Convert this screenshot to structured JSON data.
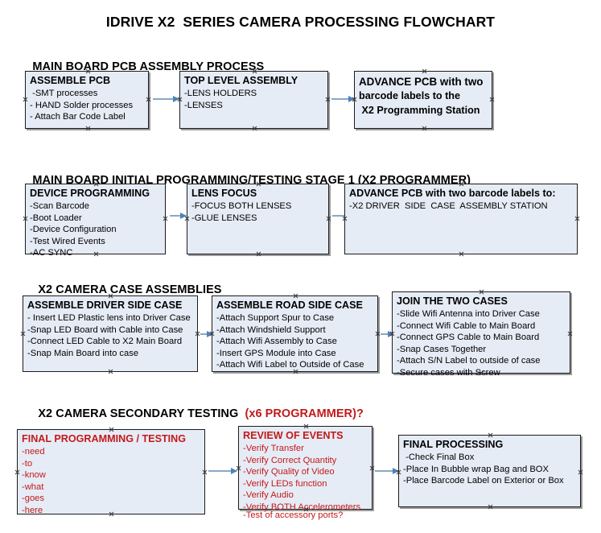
{
  "document": {
    "title": "IDRIVE X2  SERIES CAMERA PROCESSING FLOWCHART"
  },
  "sections": [
    {
      "id": "main-board-pcb-assembly",
      "heading": "MAIN BOARD PCB ASSEMBLY PROCESS",
      "heading_red": "",
      "nodes": [
        {
          "id": "assemble-pcb",
          "title": "ASSEMBLE PCB",
          "lines": [
            " -SMT processes",
            "- HAND Solder processes",
            "- Attach Bar Code Label"
          ]
        },
        {
          "id": "top-level-assembly",
          "title": "TOP LEVEL ASSEMBLY",
          "lines": [
            "-LENS HOLDERS",
            "-LENSES"
          ]
        },
        {
          "id": "advance-pcb-x2-programming-station",
          "title": "ADVANCE PCB with two",
          "lines": [
            "barcode labels to the",
            " X2 Programming Station"
          ]
        }
      ]
    },
    {
      "id": "main-board-initial-programming",
      "heading": "MAIN BOARD INITIAL PROGRAMMING/TESTING STAGE 1 (X2 PROGRAMMER)",
      "heading_red": "",
      "nodes": [
        {
          "id": "device-programming",
          "title": "DEVICE PROGRAMMING",
          "lines": [
            "-Scan Barcode",
            "-Boot Loader",
            "-Device Configuration",
            "-Test Wired Events",
            "-AC SYNC"
          ]
        },
        {
          "id": "lens-focus",
          "title": "LENS FOCUS",
          "lines": [
            "-FOCUS BOTH LENSES",
            "-GLUE LENSES"
          ]
        },
        {
          "id": "advance-pcb-driver-side-case",
          "title": "ADVANCE PCB with two barcode labels to:",
          "lines": [
            "-X2 DRIVER  SIDE  CASE  ASSEMBLY STATION"
          ]
        }
      ]
    },
    {
      "id": "x2-camera-case-assemblies",
      "heading": "X2 CAMERA CASE ASSEMBLIES",
      "heading_red": "",
      "nodes": [
        {
          "id": "assemble-driver-side-case",
          "title": "ASSEMBLE DRIVER SIDE CASE",
          "lines": [
            "- Insert LED Plastic lens into Driver Case",
            "-Snap LED Board with Cable into Case",
            "-Connect LED Cable to X2 Main Board",
            "-Snap Main Board into case"
          ]
        },
        {
          "id": "assemble-road-side-case",
          "title": "ASSEMBLE ROAD SIDE CASE",
          "lines": [
            "-Attach Support Spur to Case",
            "-Attach Windshield Support",
            "-Attach Wifi Assembly to Case",
            "-Insert GPS Module into Case",
            "-Attach Wifi Label to Outside of Case"
          ]
        },
        {
          "id": "join-the-two-cases",
          "title": "JOIN THE TWO CASES",
          "lines": [
            "-Slide Wifi Antenna into Driver Case",
            "-Connect Wifi Cable to Main Board",
            "-Connect GPS Cable to Main Board",
            "-Snap Cases Together",
            "-Attach S/N Label to outside of case",
            "-Secure cases with Screw"
          ]
        }
      ]
    },
    {
      "id": "x2-camera-secondary-testing",
      "heading": "X2 CAMERA SECONDARY TESTING ",
      "heading_red": " (x6 PROGRAMMER)?",
      "nodes": [
        {
          "id": "final-programming-testing",
          "title": "FINAL PROGRAMMING / TESTING",
          "lines": [
            "-need",
            "-to",
            "-know",
            "-what",
            "-goes",
            "-here"
          ]
        },
        {
          "id": "review-of-events",
          "title": "REVIEW OF EVENTS",
          "lines": [
            "-Verify Transfer",
            "-Verify Correct Quantity",
            "-Verify Quality of Video",
            "-Verify LEDs function",
            "-Verify Audio",
            "-Verify BOTH Accelerometers"
          ],
          "overflow_line": "-Test of accessory ports?"
        },
        {
          "id": "final-processing",
          "title": "FINAL PROCESSING",
          "lines": [
            " -Check Final Box",
            "-Place In Bubble wrap Bag and BOX",
            "-Place Barcode Label on Exterior or Box"
          ]
        }
      ]
    }
  ],
  "colors": {
    "node_fill": "#e6ecf6",
    "node_border": "#1b1b1b",
    "node_shadow": "#9a9a9a",
    "arrow": "#8ba7c4",
    "arrow_head": "#4f81bd",
    "red_text": "#c21a1a",
    "black_text": "#000000"
  }
}
